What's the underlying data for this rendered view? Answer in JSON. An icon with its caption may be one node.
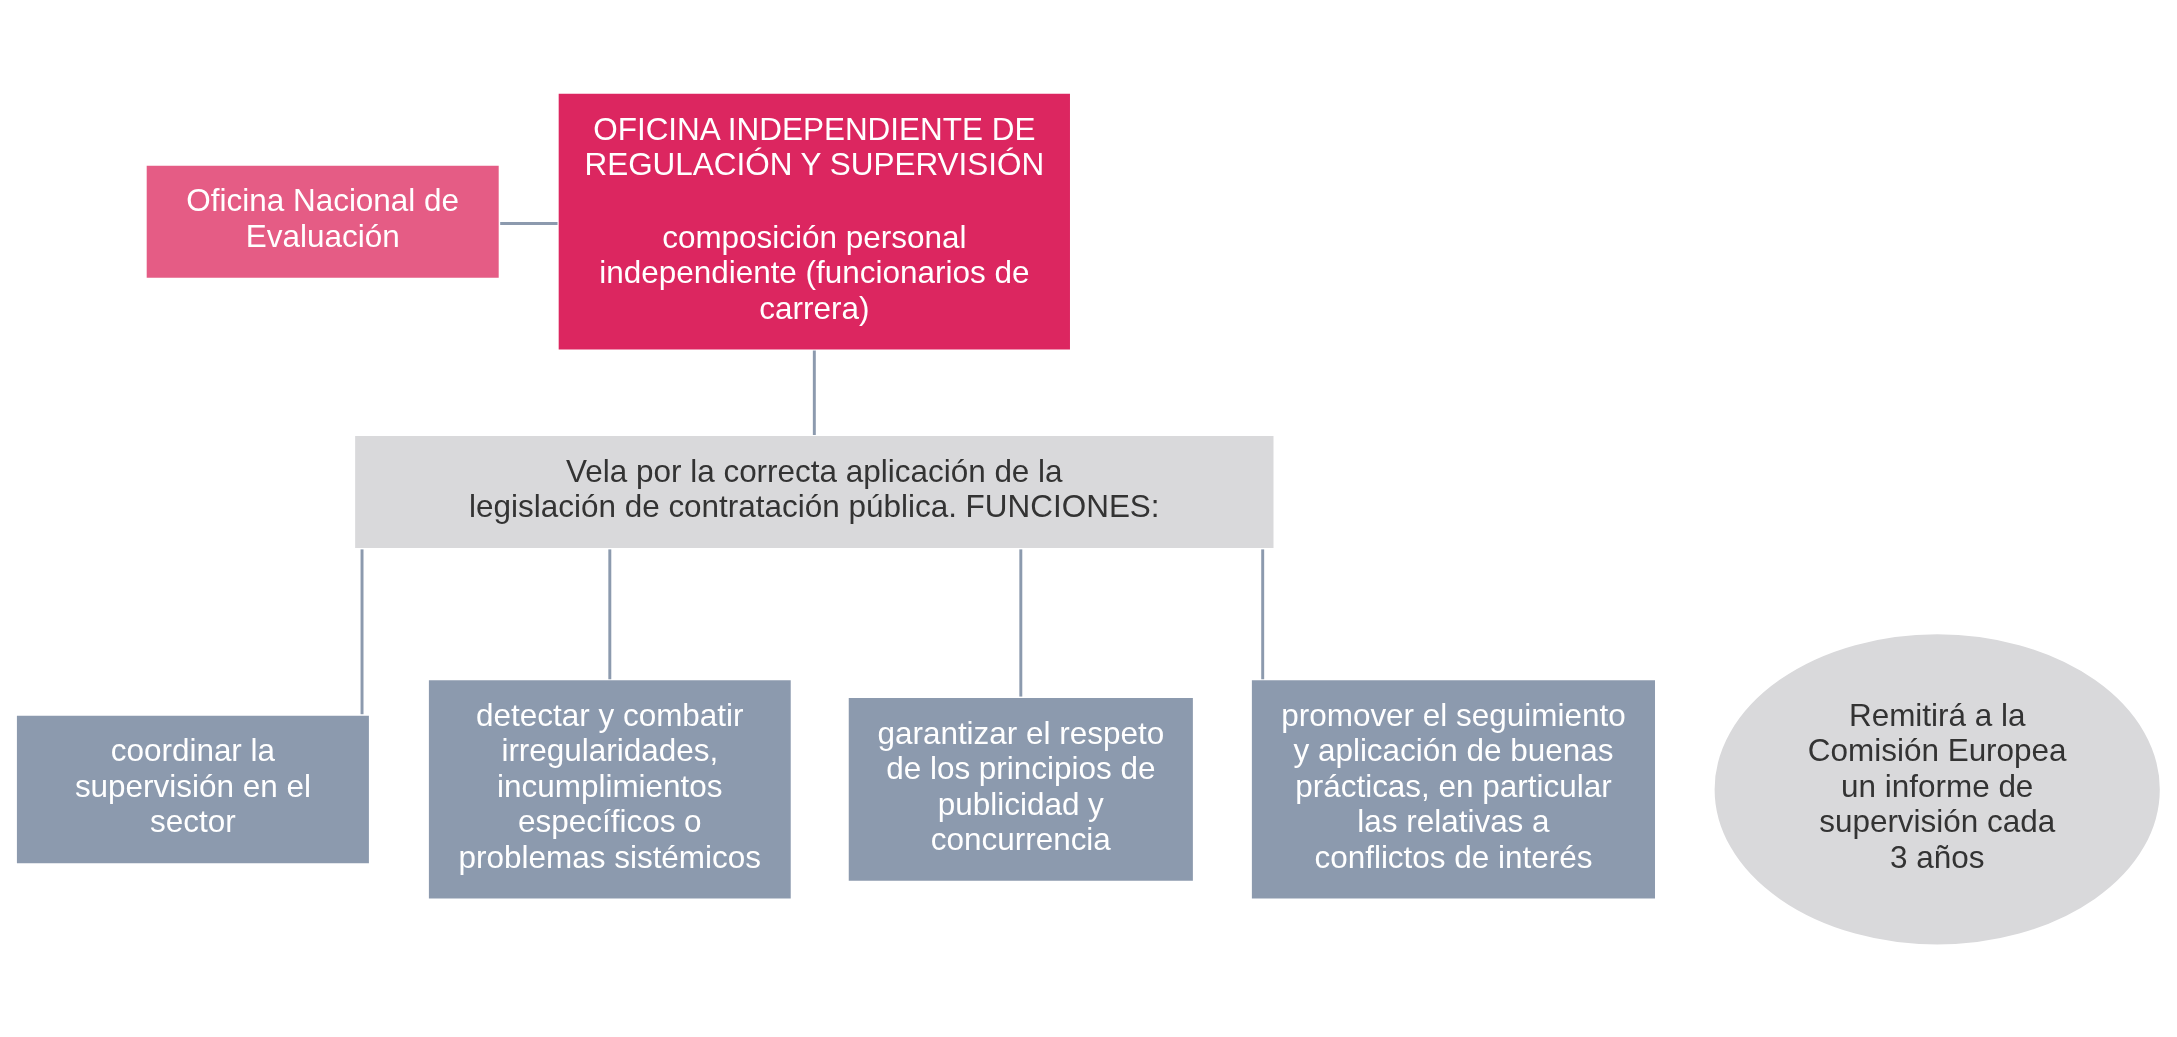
{
  "diagram": {
    "nodes": [
      {
        "text": [
          "OFICINA INDEPENDIENTE DE REGULACIÓN Y SUPERVISIÓN",
          "composición personal independiente (funcionarios de carrera)"
        ]
      },
      {
        "text": [
          "Oficina Nacional de Evaluación"
        ]
      },
      {
        "text": [
          "Vela por la correcta aplicación de la legislación de contratación pública. FUNCIONES:"
        ]
      },
      {
        "text": [
          "coordinar la supervisión en el sector"
        ]
      },
      {
        "text": [
          "detectar y combatir irregularidades, incumplimientos específicos o problemas sistémicos"
        ]
      },
      {
        "text": [
          "garantizar el respeto de los principios de publicidad y concurrencia"
        ]
      },
      {
        "text": [
          "promover el seguimiento y aplicación de buenas prácticas, en particular las relativas a conflictos de interés"
        ]
      },
      {
        "text": [
          "Remitirá a la Comisión Europea un informe de supervisión cada 3 años"
        ]
      }
    ],
    "edges": [
      {
        "from": 1,
        "to": 0,
        "arrow": "none"
      },
      {
        "from": 0,
        "to": 2,
        "arrow": "none"
      },
      {
        "from": 2,
        "to": 3,
        "arrow": "none"
      },
      {
        "from": 2,
        "to": 4,
        "arrow": "none"
      },
      {
        "from": 2,
        "to": 5,
        "arrow": "none"
      },
      {
        "from": 2,
        "to": 6,
        "arrow": "none"
      }
    ]
  }
}
